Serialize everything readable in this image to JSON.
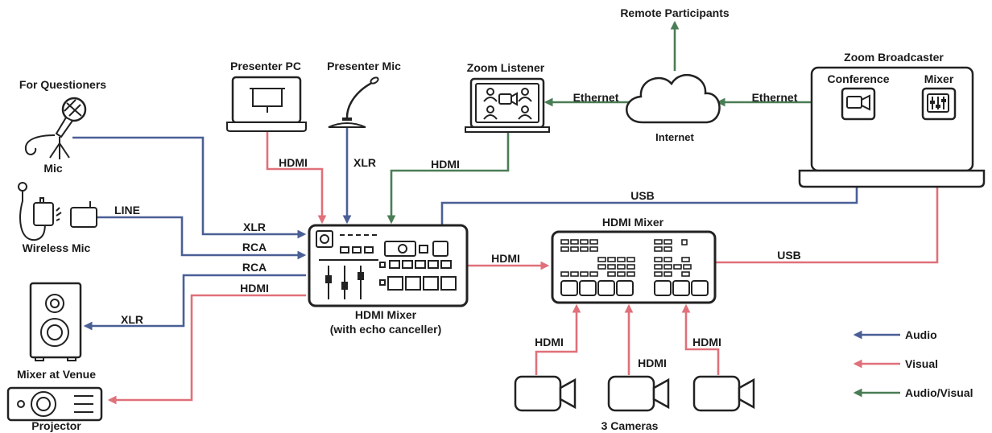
{
  "colors": {
    "audio": "#4a5f96",
    "visual": "#e0707a",
    "audio_visual": "#4a7d55",
    "device_stroke": "#222222"
  },
  "labels": {
    "remote_participants": "Remote Participants",
    "zoom_broadcaster": "Zoom Broadcaster",
    "conference": "Conference",
    "mixer_small": "Mixer",
    "internet": "Internet",
    "zoom_listener": "Zoom Listener",
    "presenter_pc": "Presenter PC",
    "presenter_mic": "Presenter Mic",
    "for_questioners": "For Questioners",
    "mic": "Mic",
    "wireless_mic": "Wireless Mic",
    "mixer_at_venue": "Mixer at Venue",
    "projector": "Projector",
    "main_mixer_line1": "HDMI Mixer",
    "main_mixer_line2": "(with echo canceller)",
    "hdmi_mixer2": "HDMI Mixer",
    "three_cameras": "3 Cameras"
  },
  "connections": {
    "ethernet_left": "Ethernet",
    "ethernet_right": "Ethernet",
    "hdmi_pc": "HDMI",
    "xlr_presenter": "XLR",
    "hdmi_zoom": "HDMI",
    "usb_top": "USB",
    "xlr_mic": "XLR",
    "line_wireless": "LINE",
    "rca_in": "RCA",
    "rca_out": "RCA",
    "hdmi_projector": "HDMI",
    "xlr_venue": "XLR",
    "hdmi_to_mixer2": "HDMI",
    "usb_right": "USB",
    "hdmi_cam_left": "HDMI",
    "hdmi_cam_mid": "HDMI",
    "hdmi_cam_right": "HDMI"
  },
  "legend": [
    {
      "label": "Audio",
      "color": "#4a5f96"
    },
    {
      "label": "Visual",
      "color": "#e0707a"
    },
    {
      "label": "Audio/Visual",
      "color": "#4a7d55"
    }
  ],
  "icons": [
    "projector-screen-icon",
    "gooseneck-mic-icon",
    "video-conference-icon",
    "cloud-icon",
    "laptop-icon",
    "camera-icon",
    "mixer-icon",
    "handheld-mic-icon",
    "wireless-mic-icon",
    "speaker-icon",
    "projector-icon"
  ]
}
